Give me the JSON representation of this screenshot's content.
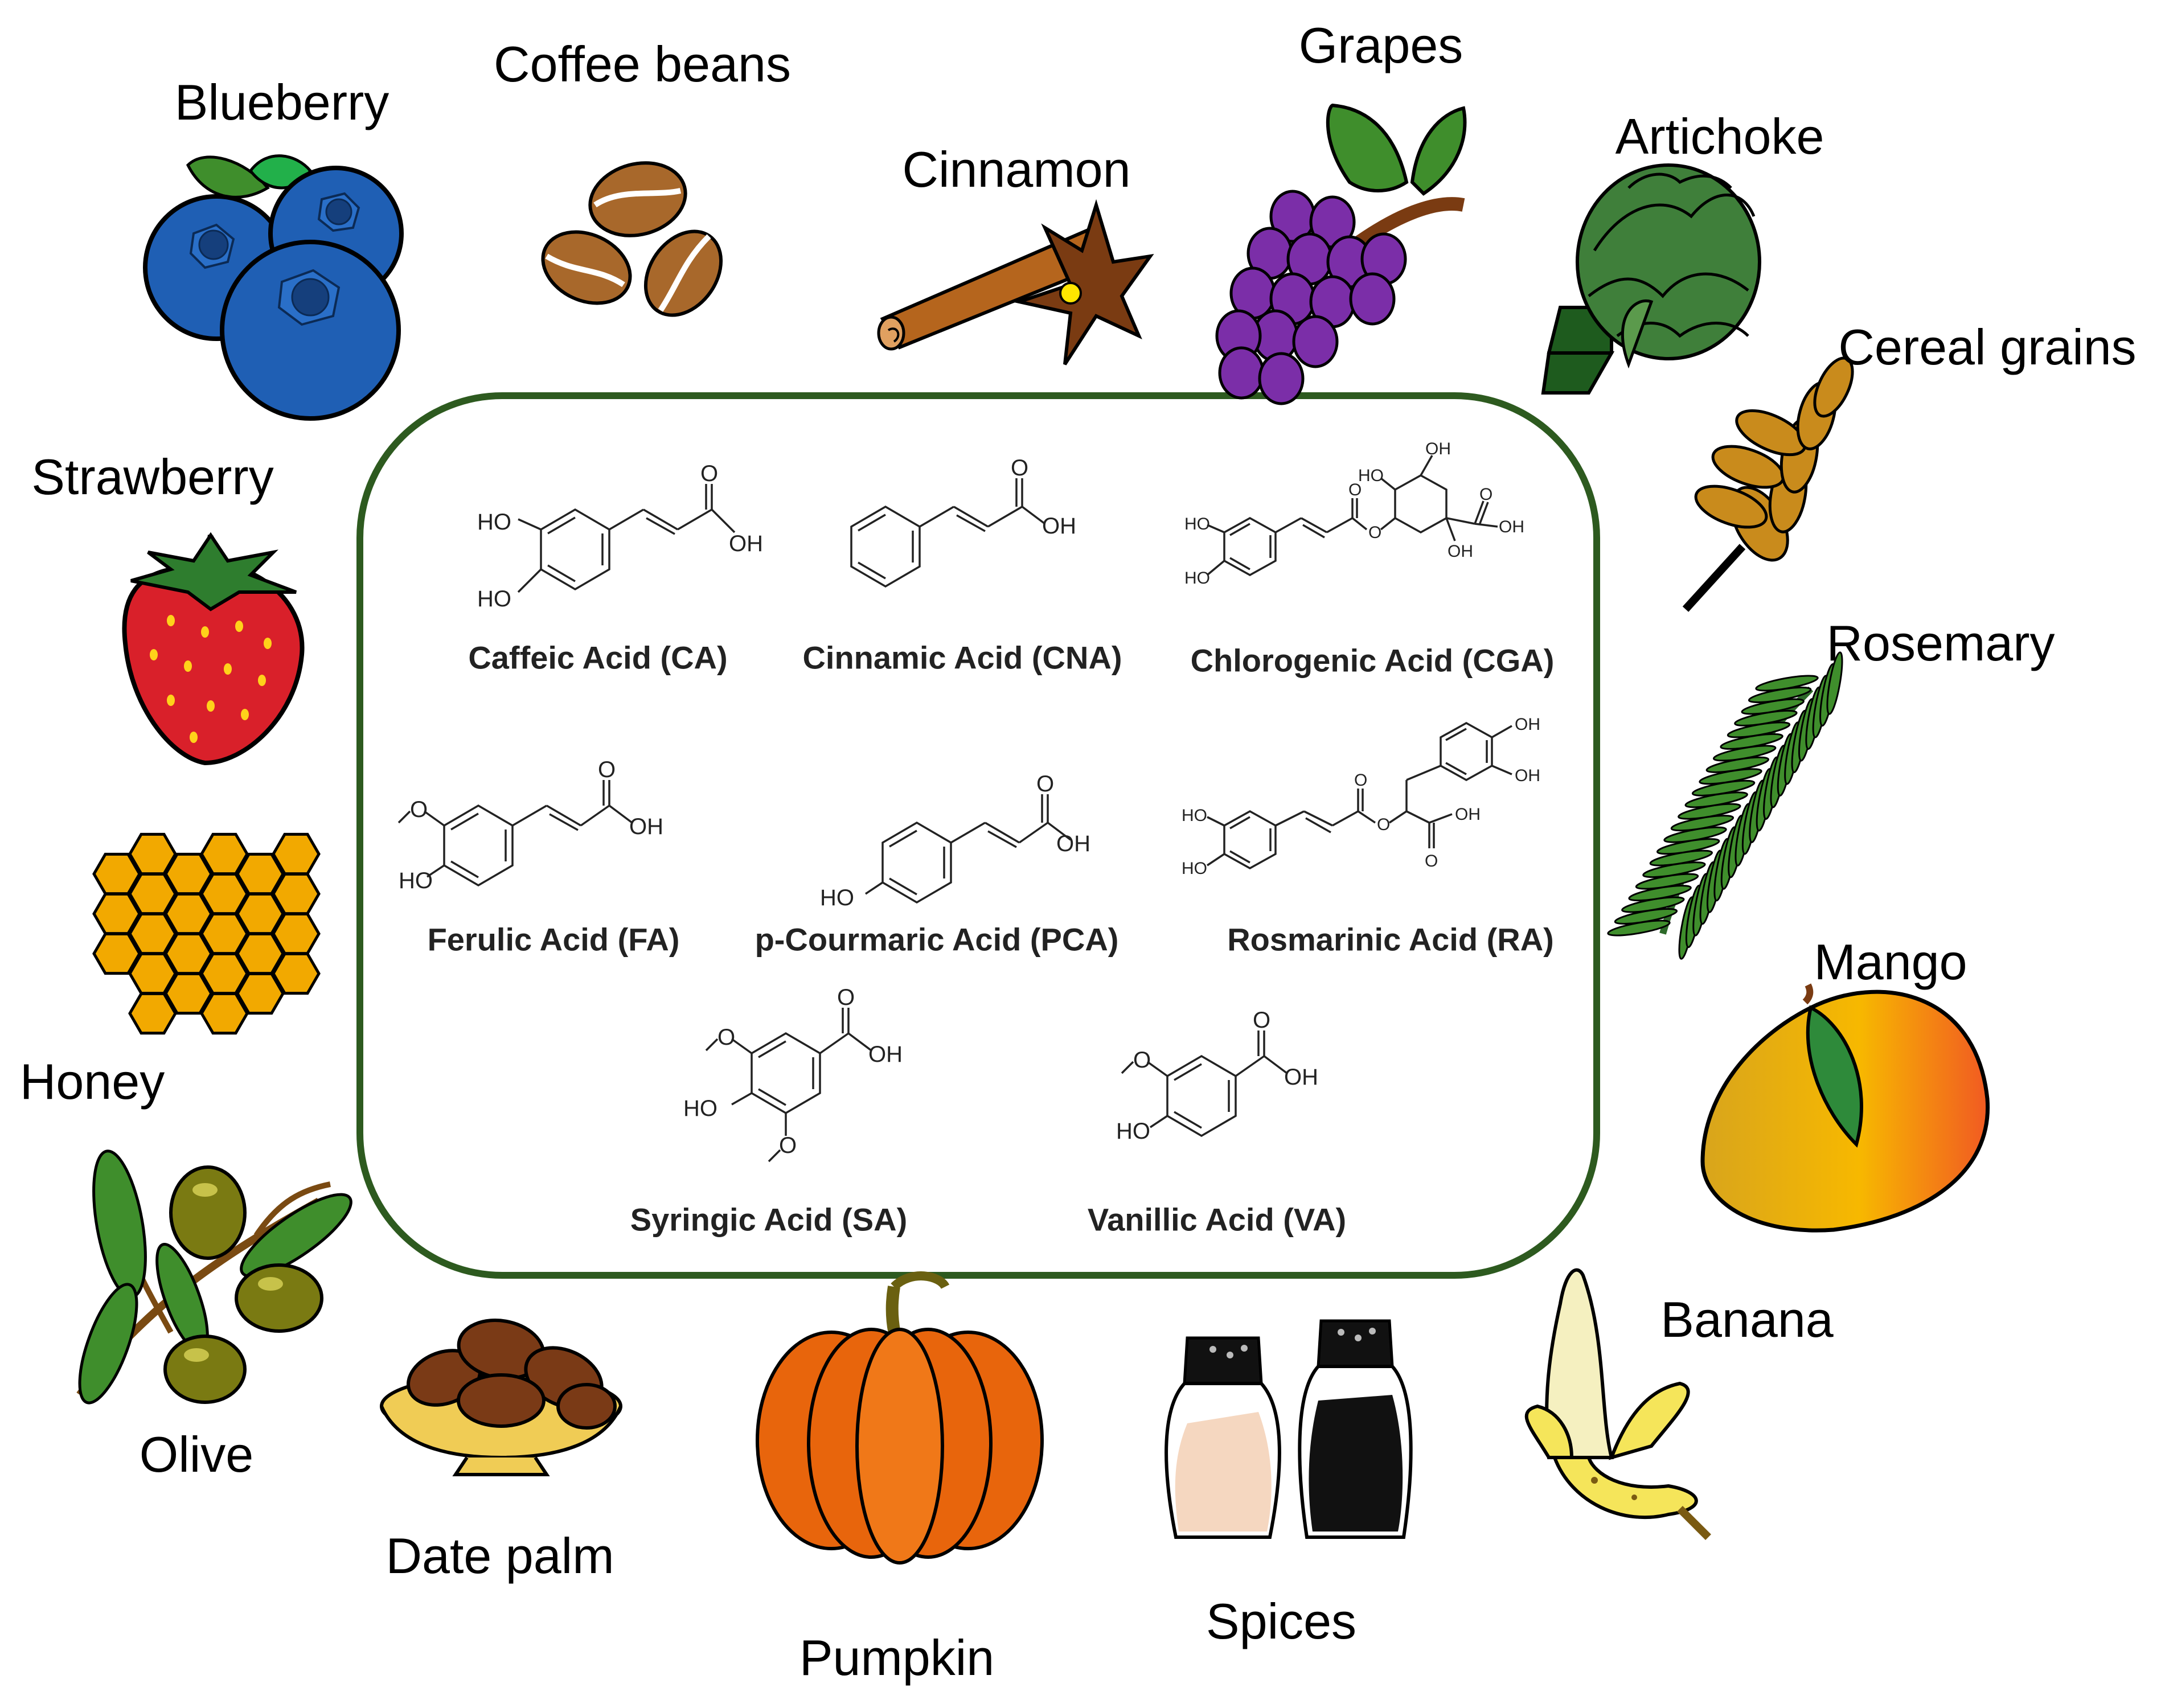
{
  "sources": [
    {
      "id": "blueberry",
      "label": "Blueberry",
      "icon": "blueberry-icon"
    },
    {
      "id": "coffee",
      "label": "Coffee beans",
      "icon": "coffee-beans-icon"
    },
    {
      "id": "cinnamon",
      "label": "Cinnamon",
      "icon": "cinnamon-icon"
    },
    {
      "id": "grapes",
      "label": "Grapes",
      "icon": "grapes-icon"
    },
    {
      "id": "artichoke",
      "label": "Artichoke",
      "icon": "artichoke-icon"
    },
    {
      "id": "cereal",
      "label": "Cereal grains",
      "icon": "cereal-grains-icon"
    },
    {
      "id": "strawberry",
      "label": "Strawberry",
      "icon": "strawberry-icon"
    },
    {
      "id": "rosemary",
      "label": "Rosemary",
      "icon": "rosemary-icon"
    },
    {
      "id": "honey",
      "label": "Honey",
      "icon": "honeycomb-icon"
    },
    {
      "id": "mango",
      "label": "Mango",
      "icon": "mango-icon"
    },
    {
      "id": "olive",
      "label": "Olive",
      "icon": "olive-branch-icon"
    },
    {
      "id": "banana",
      "label": "Banana",
      "icon": "banana-icon"
    },
    {
      "id": "datepalm",
      "label": "Date palm",
      "icon": "dates-bowl-icon"
    },
    {
      "id": "pumpkin",
      "label": "Pumpkin",
      "icon": "pumpkin-icon"
    },
    {
      "id": "spices",
      "label": "Spices",
      "icon": "spice-shakers-icon"
    }
  ],
  "acids": [
    {
      "id": "ca",
      "label": "Caffeic Acid (CA)",
      "atoms": [
        "HO",
        "HO",
        "O",
        "OH"
      ]
    },
    {
      "id": "cna",
      "label": "Cinnamic Acid (CNA)",
      "atoms": [
        "O",
        "OH"
      ]
    },
    {
      "id": "cga",
      "label": "Chlorogenic Acid (CGA)",
      "atoms": [
        "HO",
        "HO",
        "O",
        "O",
        "OH",
        "HO",
        "O",
        "OH",
        "OH"
      ]
    },
    {
      "id": "fa",
      "label": "Ferulic Acid (FA)",
      "atoms": [
        "O",
        "HO",
        "O",
        "OH"
      ]
    },
    {
      "id": "pca",
      "label": "p-Courmaric Acid (PCA)",
      "atoms": [
        "HO",
        "O",
        "OH"
      ]
    },
    {
      "id": "ra",
      "label": "Rosmarinic Acid (RA)",
      "atoms": [
        "HO",
        "HO",
        "O",
        "O",
        "OH",
        "OH",
        "OH",
        "O"
      ]
    },
    {
      "id": "sa",
      "label": "Syringic Acid (SA)",
      "atoms": [
        "O",
        "HO",
        "O",
        "O",
        "OH"
      ]
    },
    {
      "id": "va",
      "label": "Vanillic Acid (VA)",
      "atoms": [
        "O",
        "HO",
        "O",
        "OH"
      ]
    }
  ],
  "colors": {
    "frame": "#2d5a1f",
    "blueberry": "#1f5fb4",
    "strawberry": "#d9202a",
    "honey": "#f2a900",
    "grapes": "#7b2ea8",
    "leaf": "#3f8e2c",
    "olive": "#7a7a12",
    "coffee": "#a8682b",
    "cinnamon": "#7a3b12",
    "pumpkin": "#e8650c",
    "mango": "#f2a114",
    "banana": "#f5e55a",
    "cereal": "#c98b1c",
    "rosemary": "#3f8e2c"
  }
}
